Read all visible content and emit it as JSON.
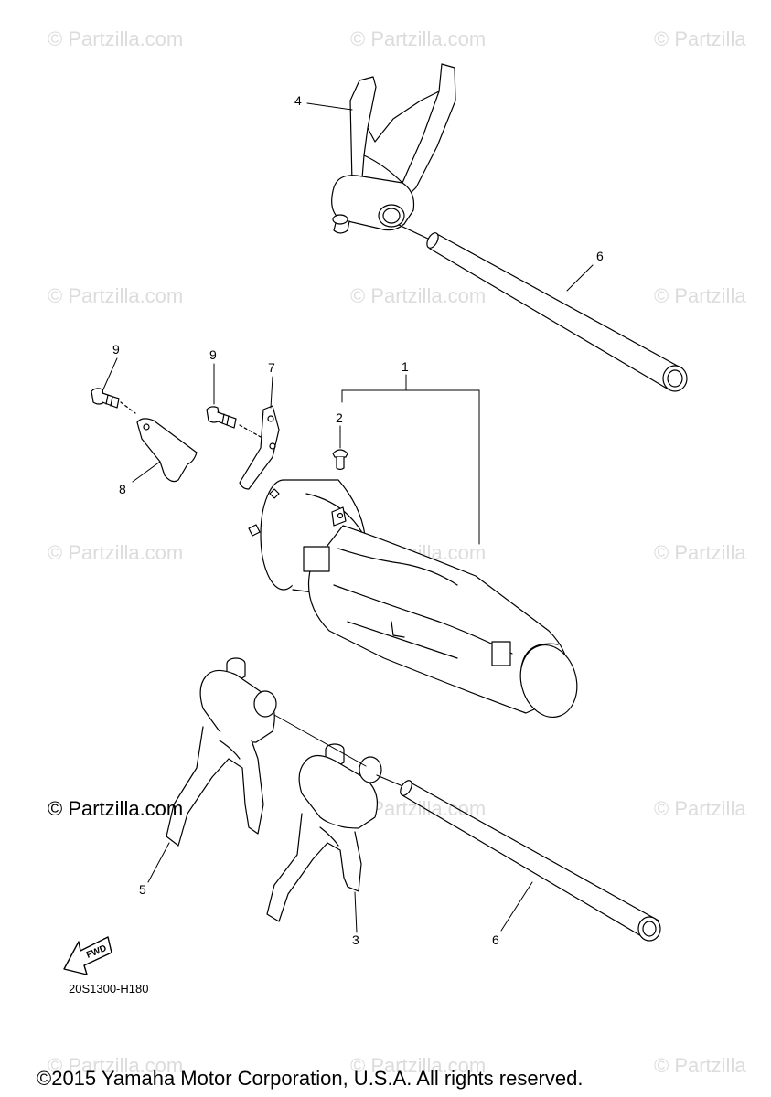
{
  "watermark_text": "© Partzilla.com",
  "watermark_text_short": "© Partzilla",
  "main_watermark": "© Partzilla.com",
  "diagram_code": "20S1300-H180",
  "fwd_label": "FWD",
  "copyright": "©2015 Yamaha Motor Corporation, U.S.A. All rights reserved.",
  "callouts": {
    "c1": "1",
    "c2": "2",
    "c3": "3",
    "c4": "4",
    "c5": "5",
    "c6a": "6",
    "c6b": "6",
    "c7": "7",
    "c8": "8",
    "c9a": "9",
    "c9b": "9"
  },
  "colors": {
    "line": "#000000",
    "watermark": "#dcdcdc",
    "background": "#ffffff"
  }
}
